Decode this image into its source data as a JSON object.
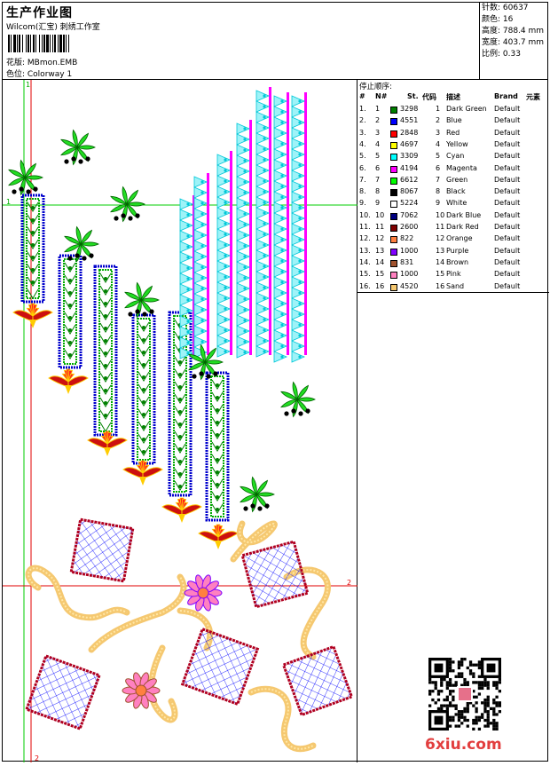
{
  "header": {
    "title": "生产作业图",
    "subtitle": "Wilcom(汇宝) 刺绣工作室",
    "design": "花版:  MBmon.EMB",
    "colorway": "色位:  Colorway 1"
  },
  "stats": [
    {
      "label": "针数: 60637"
    },
    {
      "label": "颜色: 16"
    },
    {
      "label": "高度: 788.4 mm"
    },
    {
      "label": "宽度: 403.7 mm"
    },
    {
      "label": "比例: 0.33"
    }
  ],
  "thread_panel": {
    "title": "停止顺序:",
    "headers": {
      "num": "#",
      "n": "N#",
      "st": "St.",
      "code": "代码",
      "desc": "描述",
      "brand": "Brand",
      "elem": "元素"
    },
    "rows": [
      {
        "num": "1.",
        "n": "1",
        "st": "3298",
        "code": "1",
        "desc": "Dark Green",
        "brand": "Default",
        "color": "#008000"
      },
      {
        "num": "2.",
        "n": "2",
        "st": "4551",
        "code": "2",
        "desc": "Blue",
        "brand": "Default",
        "color": "#0000ff"
      },
      {
        "num": "3.",
        "n": "3",
        "st": "2848",
        "code": "3",
        "desc": "Red",
        "brand": "Default",
        "color": "#ff0000"
      },
      {
        "num": "4.",
        "n": "4",
        "st": "4697",
        "code": "4",
        "desc": "Yellow",
        "brand": "Default",
        "color": "#ffff00"
      },
      {
        "num": "5.",
        "n": "5",
        "st": "3309",
        "code": "5",
        "desc": "Cyan",
        "brand": "Default",
        "color": "#00ffff"
      },
      {
        "num": "6.",
        "n": "6",
        "st": "4194",
        "code": "6",
        "desc": "Magenta",
        "brand": "Default",
        "color": "#ff00ff"
      },
      {
        "num": "7.",
        "n": "7",
        "st": "6612",
        "code": "7",
        "desc": "Green",
        "brand": "Default",
        "color": "#00ff00"
      },
      {
        "num": "8.",
        "n": "8",
        "st": "8067",
        "code": "8",
        "desc": "Black",
        "brand": "Default",
        "color": "#000000"
      },
      {
        "num": "9.",
        "n": "9",
        "st": "5224",
        "code": "9",
        "desc": "White",
        "brand": "Default",
        "color": "#ffffff"
      },
      {
        "num": "10.",
        "n": "10",
        "st": "7062",
        "code": "10",
        "desc": "Dark Blue",
        "brand": "Default",
        "color": "#000080"
      },
      {
        "num": "11.",
        "n": "11",
        "st": "2600",
        "code": "11",
        "desc": "Dark Red",
        "brand": "Default",
        "color": "#800000"
      },
      {
        "num": "12.",
        "n": "12",
        "st": "822",
        "code": "12",
        "desc": "Orange",
        "brand": "Default",
        "color": "#ff8040"
      },
      {
        "num": "13.",
        "n": "13",
        "st": "1000",
        "code": "13",
        "desc": "Purple",
        "brand": "Default",
        "color": "#8000ff"
      },
      {
        "num": "14.",
        "n": "14",
        "st": "831",
        "code": "14",
        "desc": "Brown",
        "brand": "Default",
        "color": "#a0522d"
      },
      {
        "num": "15.",
        "n": "15",
        "st": "1000",
        "code": "15",
        "desc": "Pink",
        "brand": "Default",
        "color": "#ff80c0"
      },
      {
        "num": "16.",
        "n": "16",
        "st": "4520",
        "code": "16",
        "desc": "Sand",
        "brand": "Default",
        "color": "#f5c870"
      }
    ]
  },
  "canvas": {
    "guide_labels": {
      "v1_top": "1",
      "h1_left": "1",
      "h2_right": "2",
      "v2_bottom": "2"
    }
  },
  "logo": "6xiu.com"
}
